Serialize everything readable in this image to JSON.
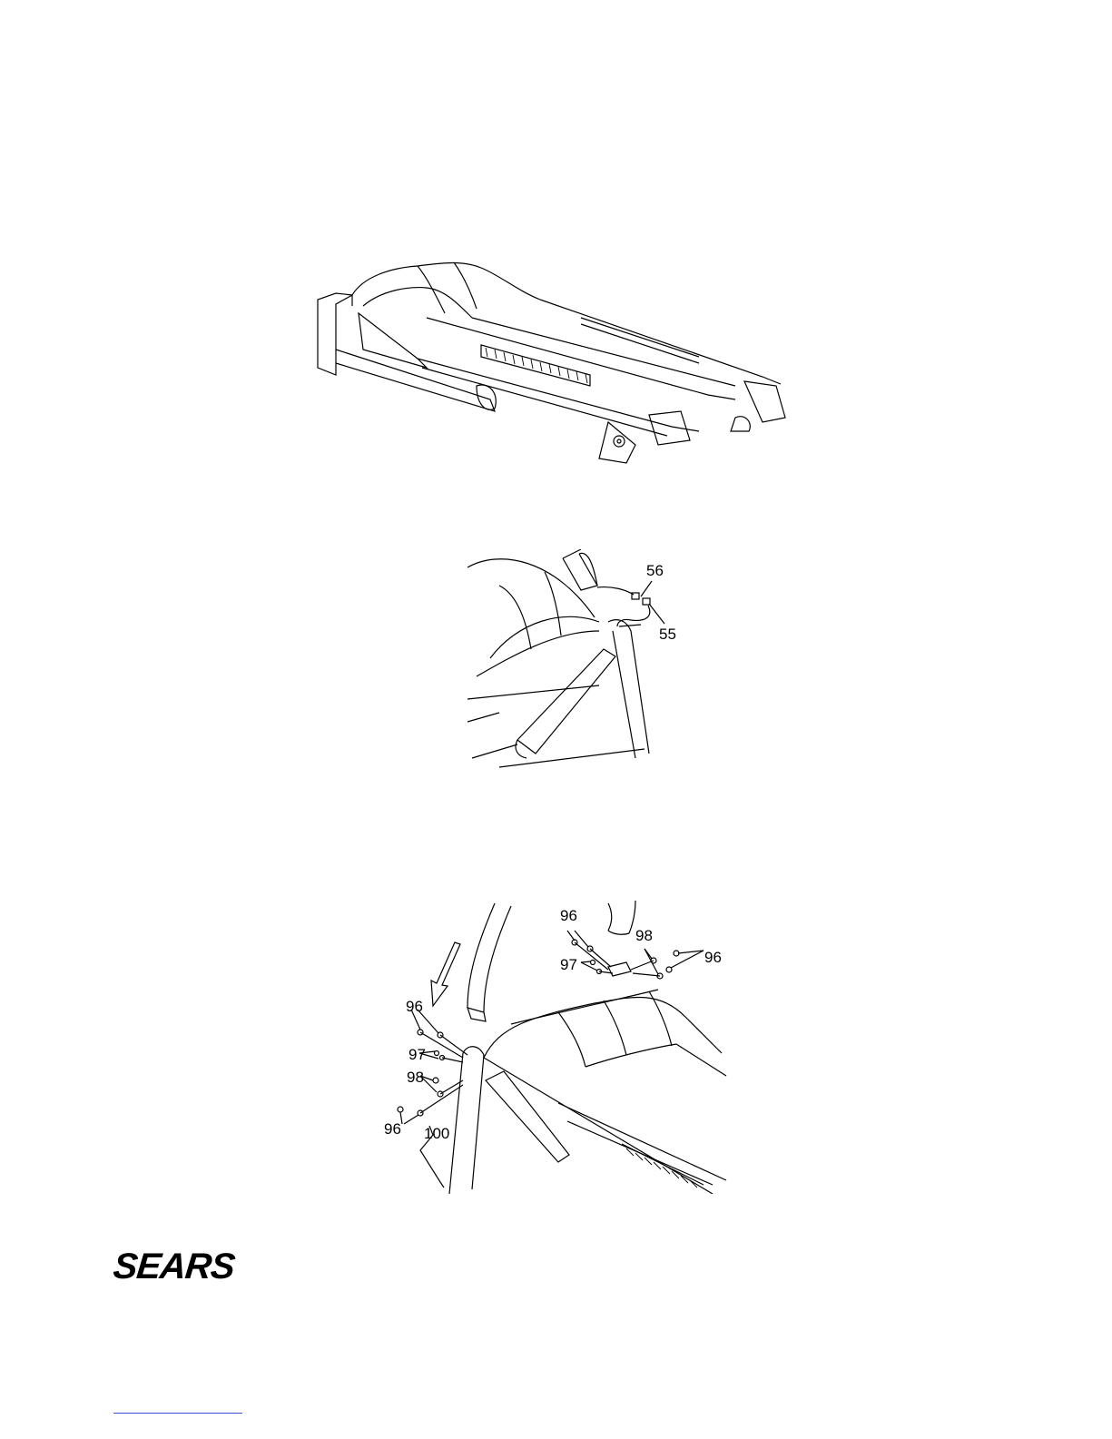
{
  "figures": {
    "figure1": {},
    "figure2": {
      "callouts": [
        "56",
        "55"
      ]
    },
    "figure3": {
      "callouts": [
        "96",
        "98",
        "96",
        "97",
        "96",
        "97",
        "98",
        "96",
        "100"
      ]
    }
  },
  "brand": {
    "logo_text": "SEARS"
  },
  "colors": {
    "line": "#000000",
    "background": "#ffffff",
    "footer_rule": "#3a4fd8"
  }
}
